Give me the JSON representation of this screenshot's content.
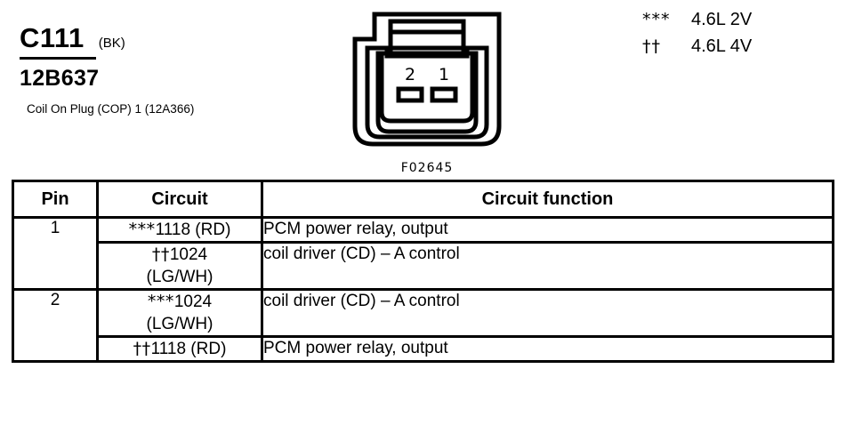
{
  "header": {
    "connector_id": "C111",
    "connector_color": "(BK)",
    "part_number": "12B637",
    "description": "Coil On Plug (COP) 1 (12A366)"
  },
  "connector_figure": {
    "label": "F02645",
    "pin_labels": [
      "2",
      "1"
    ]
  },
  "legend": [
    {
      "symbol": "***",
      "text": "4.6L 2V"
    },
    {
      "symbol": "††",
      "text": "4.6L 4V"
    }
  ],
  "table": {
    "headers": {
      "pin": "Pin",
      "circuit": "Circuit",
      "function": "Circuit function"
    },
    "rows": [
      {
        "pin": "1",
        "circuit_symbol": "***",
        "circuit_text": "1118 (RD)",
        "function": "PCM power relay, output"
      },
      {
        "pin": "",
        "circuit_symbol": "††",
        "circuit_text": "1024",
        "circuit_text2": "(LG/WH)",
        "function": "coil driver (CD) – A control"
      },
      {
        "pin": "2",
        "circuit_symbol": "***",
        "circuit_text": "1024",
        "circuit_text2": "(LG/WH)",
        "function": "coil driver (CD) – A control"
      },
      {
        "pin": "",
        "circuit_symbol": "††",
        "circuit_text": "1118 (RD)",
        "function": "PCM power relay, output"
      }
    ]
  },
  "colors": {
    "line": "#000000",
    "background": "#ffffff"
  }
}
